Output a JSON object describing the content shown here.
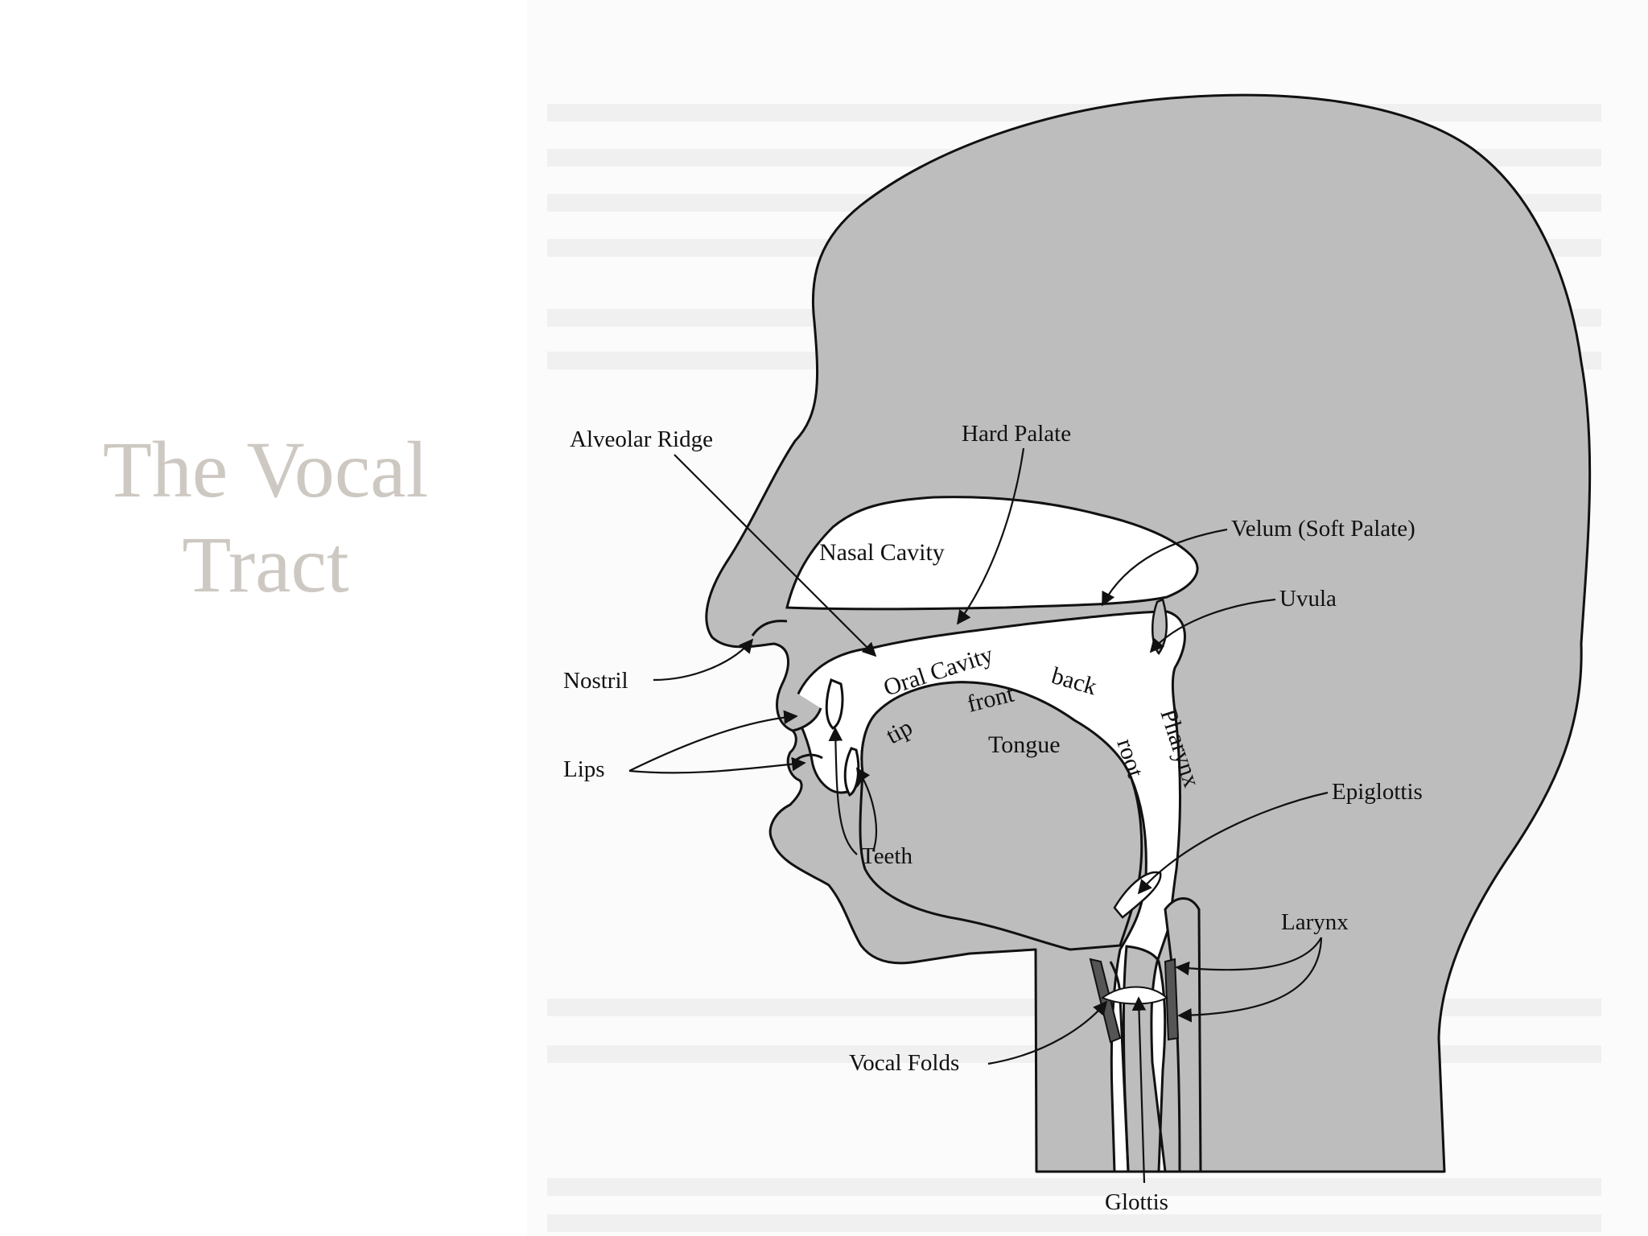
{
  "slide": {
    "title_line1": "The Vocal",
    "title_line2": "Tract"
  },
  "labels": {
    "alveolar_ridge": "Alveolar Ridge",
    "hard_palate": "Hard Palate",
    "velum": "Velum (Soft Palate)",
    "nasal_cavity": "Nasal Cavity",
    "uvula": "Uvula",
    "oral_cavity": "Oral Cavity",
    "front": "front",
    "back": "back",
    "nostril": "Nostril",
    "tip": "tip",
    "tongue": "Tongue",
    "root": "root",
    "pharynx": "Pharynx",
    "lips": "Lips",
    "epiglottis": "Epiglottis",
    "teeth": "Teeth",
    "larynx": "Larynx",
    "vocal_folds": "Vocal Folds",
    "glottis": "Glottis"
  },
  "colors": {
    "head_fill": "#bdbdbd",
    "cavity_fill": "#ffffff",
    "outline": "#111111",
    "title": "#cdc8c2",
    "vocal_folds_fill": "#555555"
  }
}
